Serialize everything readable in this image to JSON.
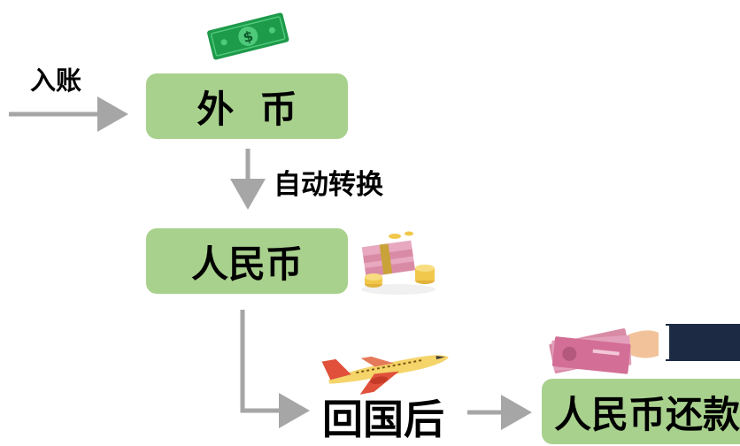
{
  "nodes": {
    "foreign_currency": "外  币",
    "rmb": "人民币",
    "return_home": "回国后",
    "rmb_repayment": "人民币还款"
  },
  "edges": {
    "deposit": "入账",
    "auto_convert": "自动转换"
  },
  "icons": {
    "dollar_bill": "dollar-bill-icon",
    "rmb_stack": "rmb-stack-icon",
    "airplane": "airplane-icon",
    "hand_cash": "hand-holding-cash-icon"
  },
  "colors": {
    "box_fill": "#a9d18e",
    "arrow": "#a6a6a6",
    "dollar_green": "#1e9a4b"
  }
}
